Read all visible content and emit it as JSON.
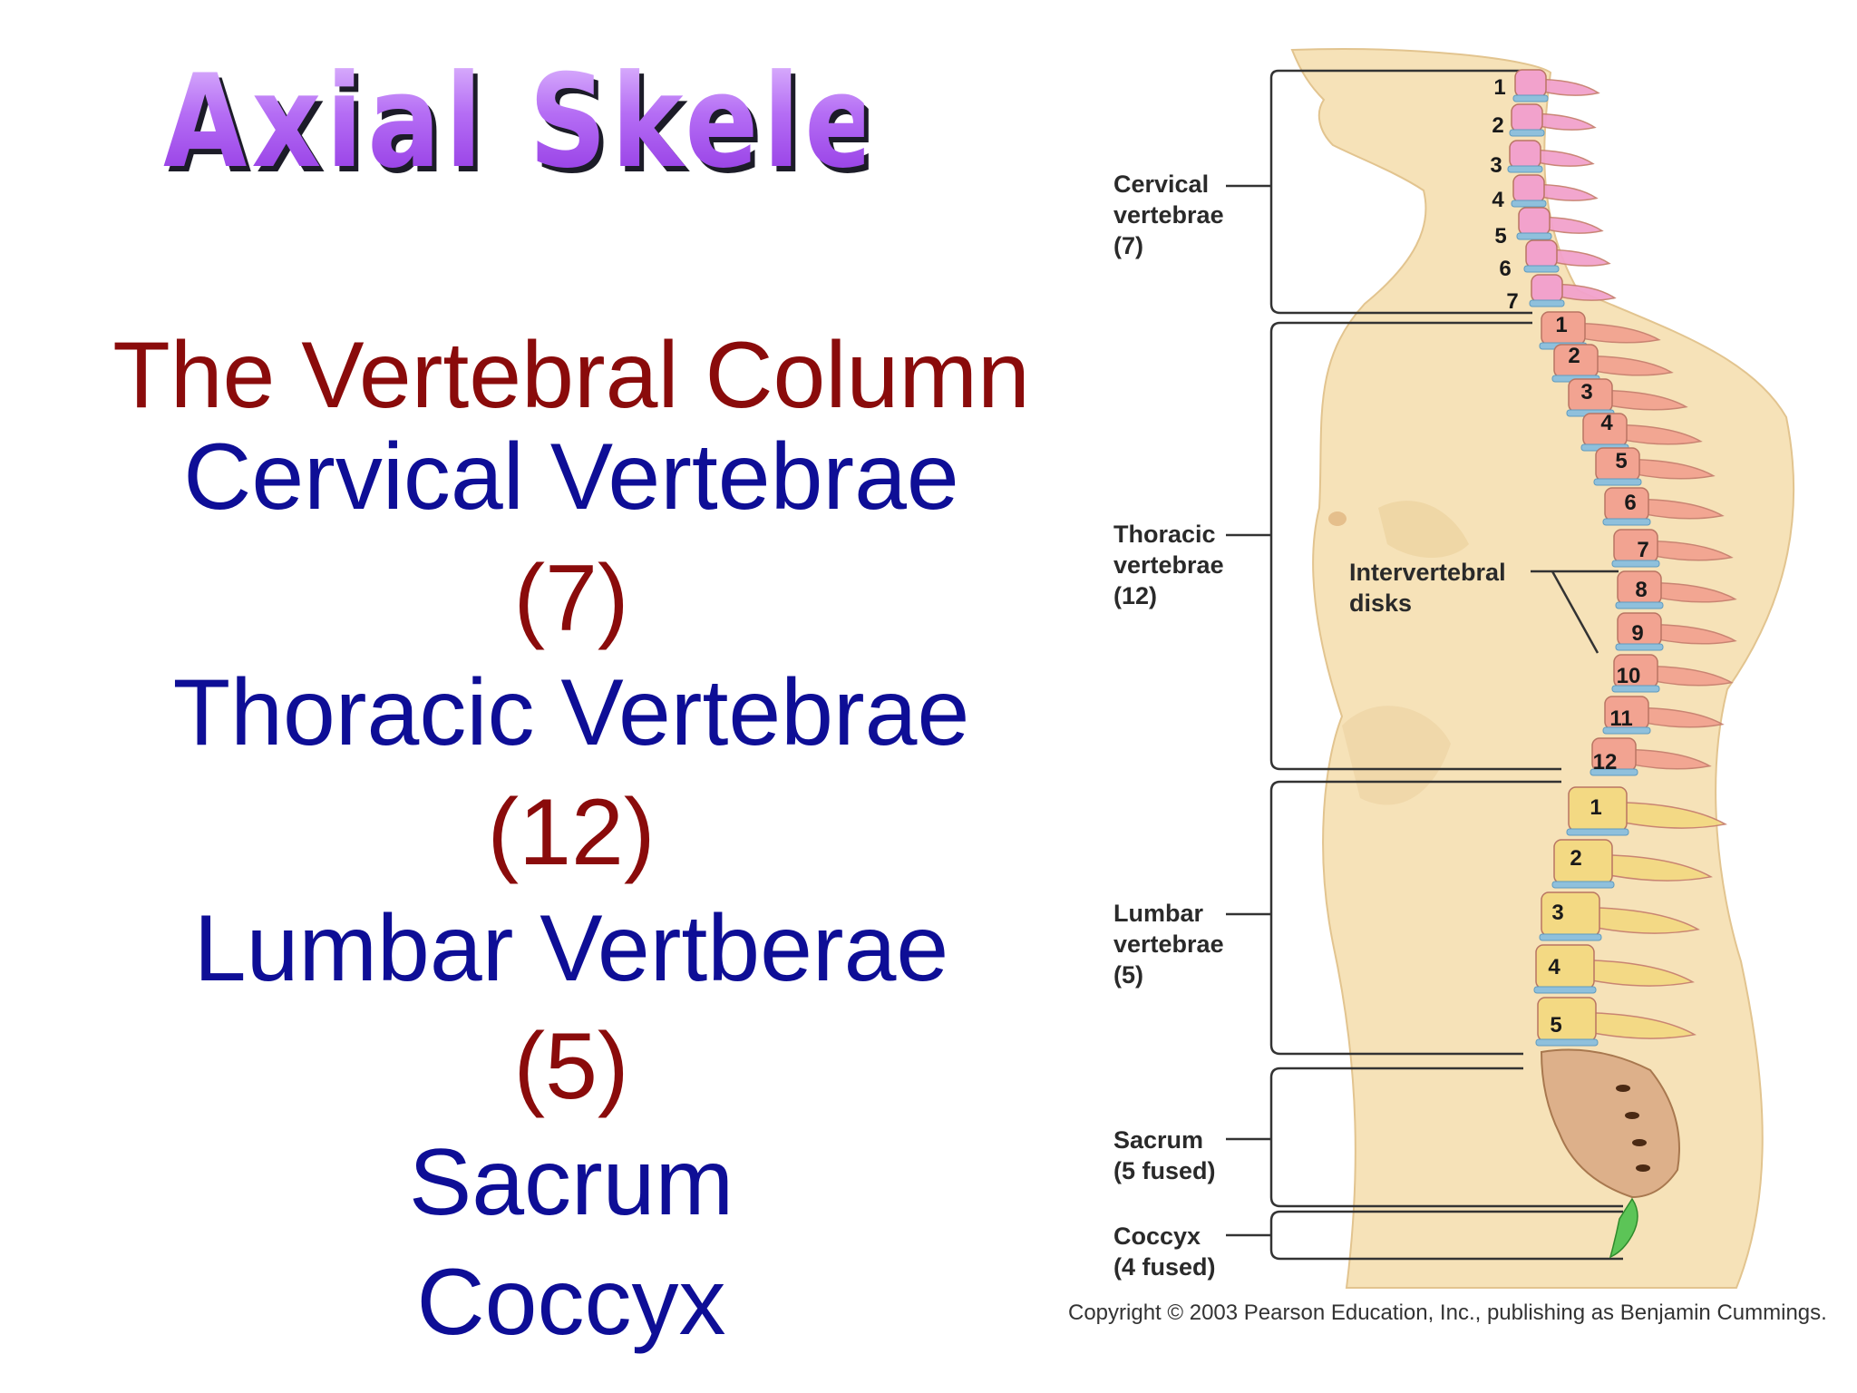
{
  "slide": {
    "title": "Axial Skeleton",
    "subtitle": "The Vertebral Column",
    "items": [
      {
        "name": "Cervical Vertebrae",
        "count": "(7)"
      },
      {
        "name": "Thoracic Vertebrae",
        "count": "(12)"
      },
      {
        "name": "Lumbar Vertberae",
        "count": "(5)"
      },
      {
        "name": "Sacrum"
      },
      {
        "name": "Coccyx"
      }
    ]
  },
  "diagram": {
    "labels": {
      "cervical": [
        "Cervical",
        "vertebrae",
        "(7)"
      ],
      "thoracic": [
        "Thoracic",
        "vertebrae",
        "(12)"
      ],
      "disks": [
        "Intervertebral",
        "disks"
      ],
      "lumbar": [
        "Lumbar",
        "vertebrae",
        "(5)"
      ],
      "sacrum": [
        "Sacrum",
        "(5 fused)"
      ],
      "coccyx": [
        "Coccyx",
        "(4 fused)"
      ]
    },
    "cervical_numbers": [
      "1",
      "2",
      "3",
      "4",
      "5",
      "6",
      "7"
    ],
    "thoracic_numbers": [
      "1",
      "2",
      "3",
      "4",
      "5",
      "6",
      "7",
      "8",
      "9",
      "10",
      "11",
      "12"
    ],
    "lumbar_numbers": [
      "1",
      "2",
      "3",
      "4",
      "5"
    ],
    "copyright": "Copyright © 2003 Pearson Education, Inc., publishing as Benjamin Cummings.",
    "colors": {
      "skin": "#f6e2b8",
      "skin_shadow": "#e7c890",
      "cervical": "#f2a2cc",
      "thoracic": "#f2a391",
      "lumbar": "#f3d983",
      "sacrum": "#ddb08a",
      "coccyx": "#5cc457",
      "disk": "#8fc0dc",
      "title": "#b05cf0",
      "heading_red": "#8a0b0b",
      "heading_blue": "#0e0e96"
    }
  }
}
